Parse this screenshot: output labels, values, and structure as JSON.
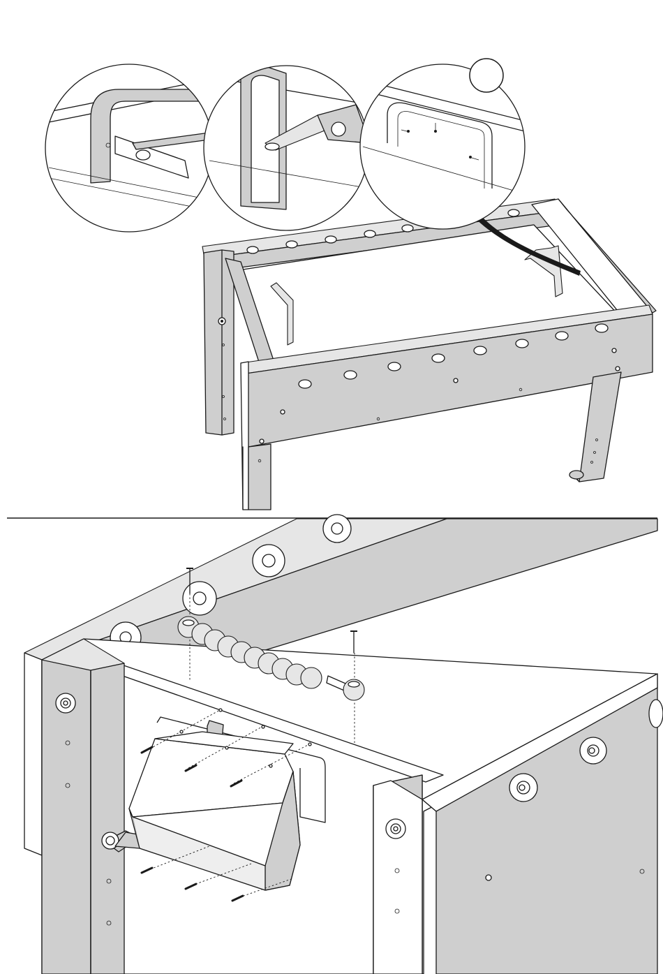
{
  "figure": {
    "callout_step_number": "",
    "panels": [
      "detail-views",
      "table-frame-top",
      "goal-and-rod-assembly"
    ],
    "colors": {
      "line": "#1a1a1a",
      "fill_gray": "#cfcfcf",
      "fill_light": "#e6e6e6",
      "background": "#ffffff"
    }
  }
}
